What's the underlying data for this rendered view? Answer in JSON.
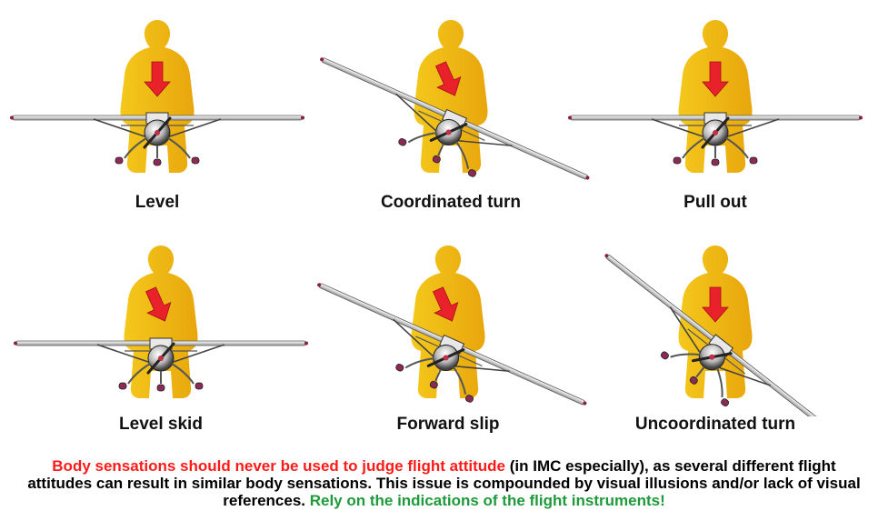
{
  "panels": [
    {
      "id": "level",
      "label": "Level",
      "bank": 0,
      "force_angle": 0
    },
    {
      "id": "coordinated-turn",
      "label": "Coordinated turn",
      "bank": 24,
      "force_angle": 24
    },
    {
      "id": "pull-out",
      "label": "Pull out",
      "bank": 0,
      "force_angle": 0
    },
    {
      "id": "level-skid",
      "label": "Level skid",
      "bank": 0,
      "force_angle": 24
    },
    {
      "id": "forward-slip",
      "label": "Forward slip",
      "bank": 24,
      "force_angle": 24
    },
    {
      "id": "uncoordinated-turn",
      "label": "Uncoordinated turn",
      "bank": 38,
      "force_angle": 0
    }
  ],
  "caption": {
    "red_part": "Body sensations should never be used to judge flight attitude",
    "plain_part": " (in IMC especially), as several different flight attitudes can result in similar body sensations.  This issue is compounded by visual illusions and/or lack of visual references.  ",
    "green_part": "Rely on the indications of the flight instruments!"
  },
  "colors": {
    "silhouette": "#f4c81c",
    "silhouette_dark": "#e8a60c",
    "arrow": "#e8212b",
    "caption_red": "#ff1a1a",
    "caption_green": "#1f9a3a"
  },
  "icons": {
    "airplane": "airplane-front-view-icon",
    "person": "seated-person-silhouette-icon",
    "arrow": "force-arrow-icon"
  }
}
